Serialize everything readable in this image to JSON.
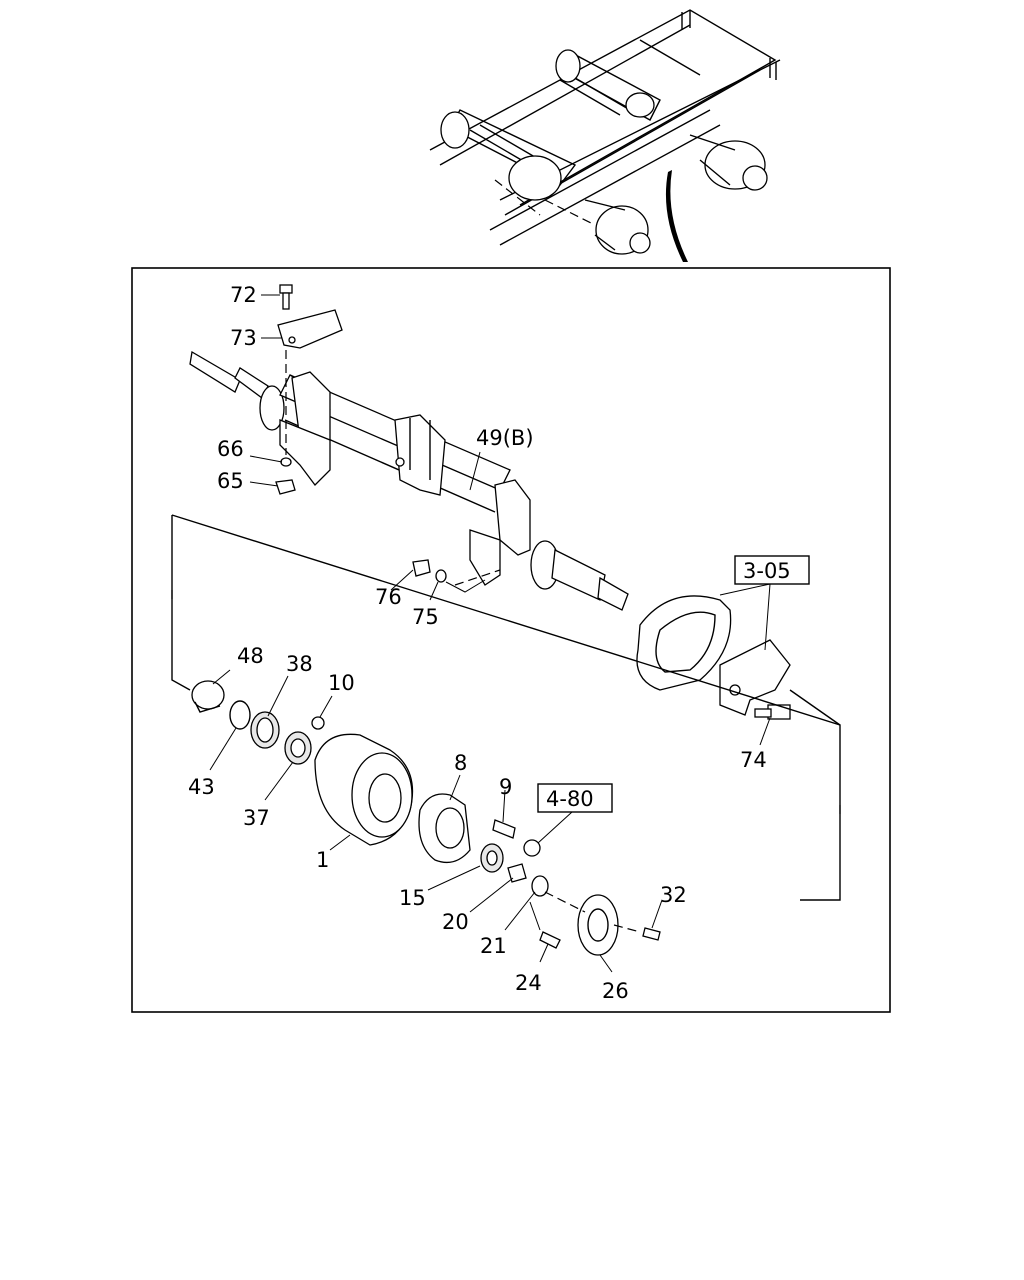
{
  "callouts": {
    "c72": "72",
    "c73": "73",
    "c66": "66",
    "c65": "65",
    "c49b": "49(B)",
    "c76": "76",
    "c75": "75",
    "c48": "48",
    "c38": "38",
    "c10": "10",
    "c43": "43",
    "c37": "37",
    "c1": "1",
    "c8": "8",
    "c9": "9",
    "c15": "15",
    "c20": "20",
    "c21": "21",
    "c24": "24",
    "c26": "26",
    "c32": "32",
    "c74": "74"
  },
  "refs": {
    "ref305": "3-05",
    "ref480": "4-80"
  }
}
